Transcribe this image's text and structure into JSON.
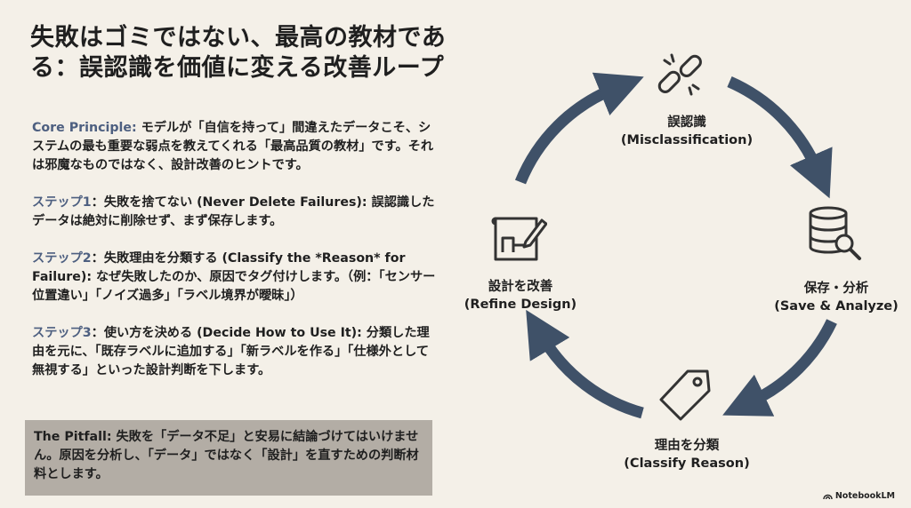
{
  "title": "失敗はゴミではない、最高の教材である：誤認識を価値に変える改善ループ",
  "core": {
    "label": "Core Principle:",
    "text": " モデルが「自信を持って」間違えたデータこそ、システムの最も重要な弱点を教えてくれる「最高品質の教材」です。それは邪魔なものではなく、設計改善のヒントです。"
  },
  "steps": [
    {
      "label": "ステップ1",
      "text": "：失敗を捨てない (Never Delete Failures): 誤認識したデータは絶対に削除せず、まず保存します。"
    },
    {
      "label": "ステップ2",
      "text": "：失敗理由を分類する (Classify the *Reason* for Failure):  なぜ失敗したのか、原因でタグ付けします。（例：「センサー位置違い」「ノイズ過多」「ラベル境界が曖昧」）"
    },
    {
      "label": "ステップ3",
      "text": "：使い方を決める (Decide How to Use It):  分類した理由を元に、「既存ラベルに追加する」「新ラベルを作る」「仕様外として無視する」といった設計判断を下します。"
    }
  ],
  "pitfall": "The Pitfall: 失敗を「データ不足」と安易に結論づけてはいけません。原因を分析し、「データ」ではなく「設計」を直すための判断材料とします。",
  "cycle": [
    {
      "jp": "誤認識",
      "en": "(Misclassification)",
      "icon": "broken-link-icon"
    },
    {
      "jp": "保存・分析",
      "en": "(Save & Analyze)",
      "icon": "database-search-icon"
    },
    {
      "jp": "理由を分類",
      "en": "(Classify Reason)",
      "icon": "tag-icon"
    },
    {
      "jp": "設計を改善",
      "en": "(Refine Design)",
      "icon": "blueprint-pencil-icon"
    }
  ],
  "brand": "NotebookLM",
  "colors": {
    "background": "#f4f0e8",
    "arrow": "#3f5168",
    "label": "#4d5f80",
    "pitfall_bg": "#b3ada5"
  }
}
